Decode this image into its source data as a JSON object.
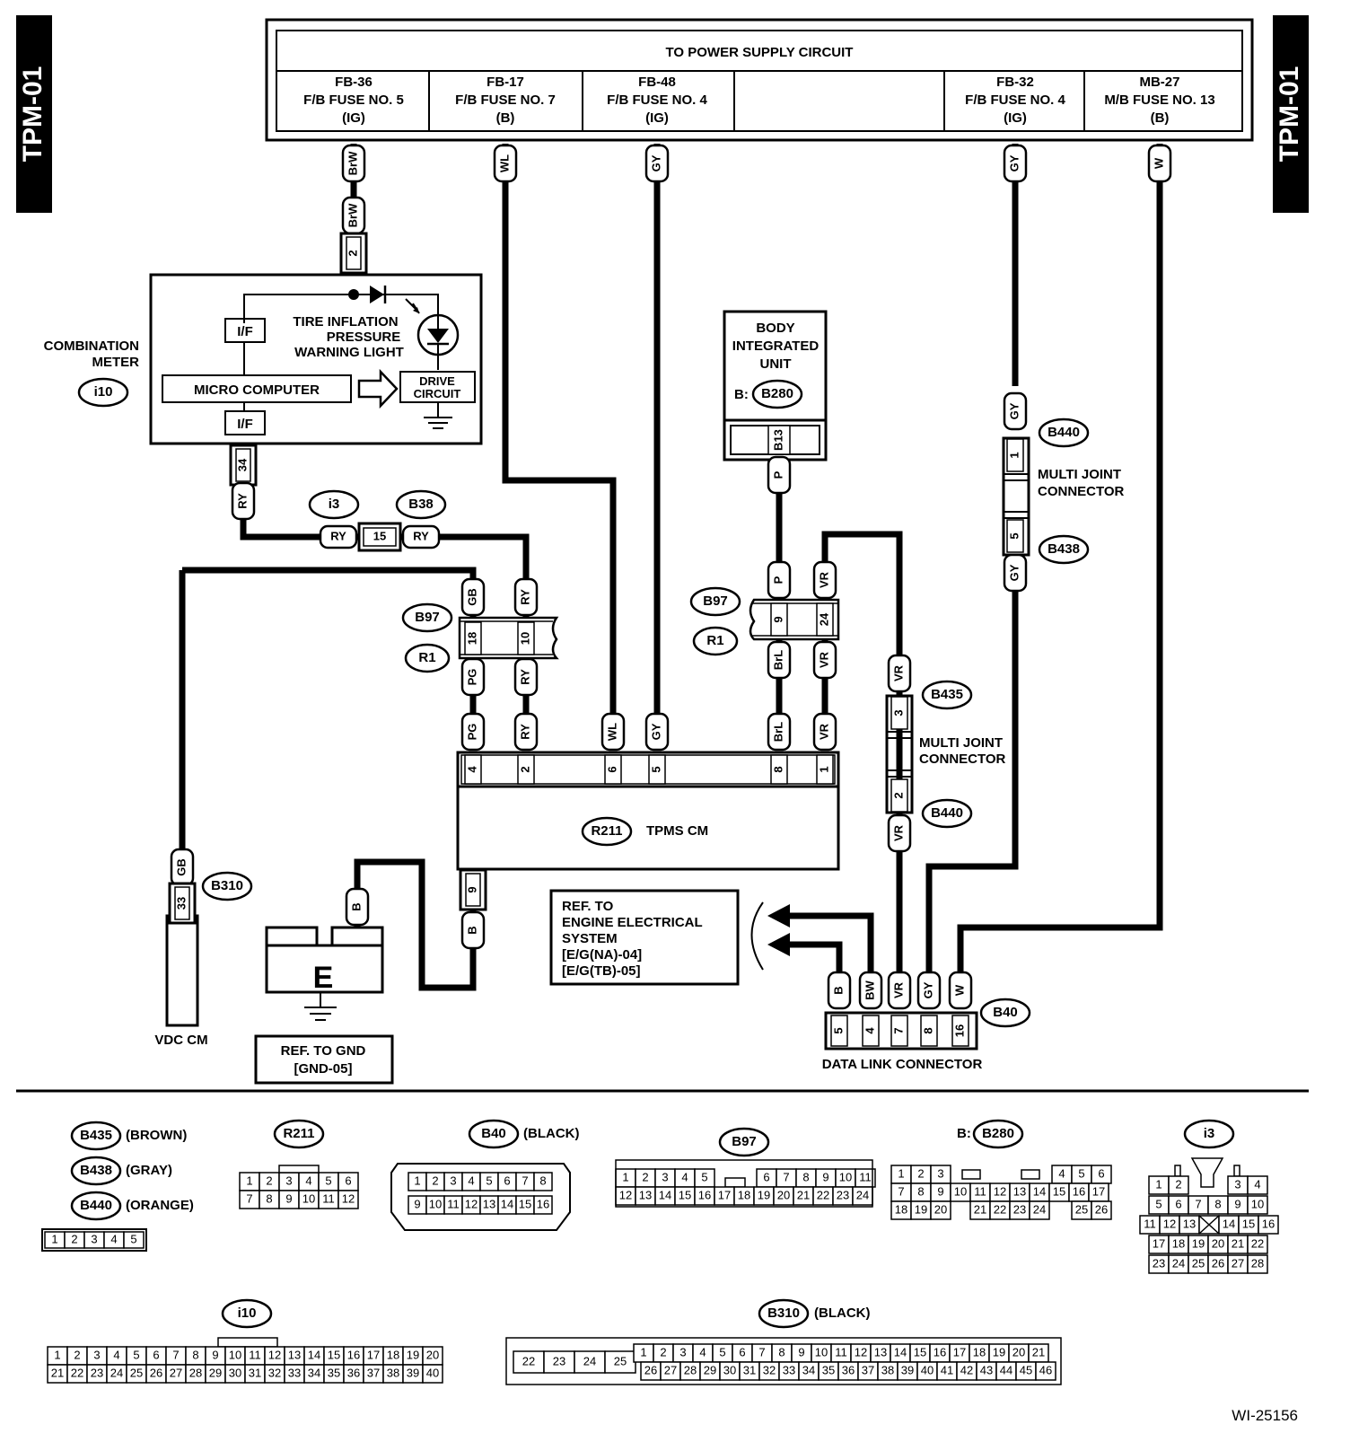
{
  "sheet_code": "TPM-01",
  "figure_id": "WI-25156",
  "power_supply": {
    "title": "TO POWER SUPPLY CIRCUIT",
    "fuses": [
      {
        "line1": "FB-36",
        "line2": "F/B FUSE NO. 5",
        "line3": "(IG)"
      },
      {
        "line1": "FB-17",
        "line2": "F/B FUSE NO. 7",
        "line3": "(B)"
      },
      {
        "line1": "FB-48",
        "line2": "F/B FUSE NO. 4",
        "line3": "(IG)"
      },
      {
        "line1": "",
        "line2": "",
        "line3": ""
      },
      {
        "line1": "FB-32",
        "line2": "F/B FUSE NO. 4",
        "line3": "(IG)"
      },
      {
        "line1": "MB-27",
        "line2": "M/B FUSE NO. 13",
        "line3": "(B)"
      }
    ]
  },
  "combination_meter": {
    "label1": "COMBINATION",
    "label2": "METER",
    "connector": "i10",
    "if_label": "I/F",
    "micro_computer": "MICRO COMPUTER",
    "drive1": "DRIVE",
    "drive2": "CIRCUIT",
    "warn1": "TIRE INFLATION",
    "warn2": "PRESSURE",
    "warn3": "WARNING LIGHT",
    "pin_top": "2",
    "pin_bottom": "34"
  },
  "body_integrated_unit": {
    "line1": "BODY",
    "line2": "INTEGRATED",
    "line3": "UNIT",
    "prefix": "B:",
    "connector": "B280",
    "pin": "B13"
  },
  "tpms_cm": {
    "connector": "R211",
    "label": "TPMS CM",
    "pins": [
      "4",
      "2",
      "6",
      "5",
      "8",
      "1"
    ],
    "pin_bottom": "9"
  },
  "vdc_cm": {
    "label": "VDC CM",
    "connector": "B310",
    "pin": "33"
  },
  "ground": {
    "symbol": "E",
    "ref1": "REF. TO GND",
    "ref2": "[GND-05]"
  },
  "engine_ref": {
    "line1": "REF. TO",
    "line2": "ENGINE ELECTRICAL",
    "line3": "SYSTEM",
    "line4": "[E/G(NA)-04]",
    "line5": "[E/G(TB)-05]"
  },
  "data_link": {
    "label": "DATA LINK CONNECTOR",
    "connector": "B40",
    "pins": [
      "5",
      "4",
      "7",
      "8",
      "16"
    ],
    "wires": [
      "B",
      "BW",
      "VR",
      "GY",
      "W"
    ]
  },
  "multi_joint": {
    "label1": "MULTI JOINT",
    "label2": "CONNECTOR"
  },
  "connectors": {
    "i3": "i3",
    "B38": "B38",
    "B97": "B97",
    "R1": "R1",
    "B435": "B435",
    "B438": "B438",
    "B440": "B440"
  },
  "pins": {
    "p15": "15",
    "p18": "18",
    "p10": "10",
    "p9": "9",
    "p24": "24",
    "p1": "1",
    "p5": "5",
    "p3": "3",
    "p2": "2"
  },
  "wire_colors": {
    "BrW": "BrW",
    "WL": "WL",
    "GY": "GY",
    "W": "W",
    "RY": "RY",
    "GB": "GB",
    "PG": "PG",
    "P": "P",
    "VR": "VR",
    "BrL": "BrL",
    "B": "B"
  },
  "legend": {
    "B435": {
      "id": "B435",
      "color": "(BROWN)"
    },
    "B438": {
      "id": "B438",
      "color": "(GRAY)"
    },
    "B440": {
      "id": "B440",
      "color": "(ORANGE)"
    },
    "mj_row": [
      "1",
      "2",
      "3",
      "4",
      "5"
    ],
    "R211": {
      "id": "R211",
      "row1": [
        "1",
        "2",
        "3",
        "4",
        "5",
        "6"
      ],
      "row2": [
        "7",
        "8",
        "9",
        "10",
        "11",
        "12"
      ]
    },
    "B40": {
      "id": "B40",
      "color": "(BLACK)",
      "row1": [
        "1",
        "2",
        "3",
        "4",
        "5",
        "6",
        "7",
        "8"
      ],
      "row2": [
        "9",
        "10",
        "11",
        "12",
        "13",
        "14",
        "15",
        "16"
      ]
    },
    "B97": {
      "id": "B97",
      "row1a": [
        "1",
        "2",
        "3",
        "4",
        "5"
      ],
      "row1b": [
        "6",
        "7",
        "8",
        "9",
        "10",
        "11"
      ],
      "row2": [
        "12",
        "13",
        "14",
        "15",
        "16",
        "17",
        "18",
        "19",
        "20",
        "21",
        "22",
        "23",
        "24"
      ]
    },
    "B280": {
      "prefix": "B:",
      "id": "B280",
      "r1a": [
        "1",
        "2",
        "3"
      ],
      "r1b": [
        "4",
        "5",
        "6"
      ],
      "r2": [
        "7",
        "8",
        "9",
        "10",
        "11",
        "12",
        "13",
        "14",
        "15",
        "16",
        "17"
      ],
      "r3a": [
        "18",
        "19",
        "20"
      ],
      "r3b": [
        "21",
        "22",
        "23",
        "24"
      ],
      "r3c": [
        "25",
        "26"
      ]
    },
    "i3": {
      "id": "i3",
      "r1": [
        "1",
        "2",
        "3",
        "4"
      ],
      "r2": [
        "5",
        "6",
        "7",
        "8",
        "9",
        "10"
      ],
      "r3a": [
        "11",
        "12",
        "13"
      ],
      "r3b": [
        "14",
        "15",
        "16"
      ],
      "r4": [
        "17",
        "18",
        "19",
        "20",
        "21",
        "22"
      ],
      "r5": [
        "23",
        "24",
        "25",
        "26",
        "27",
        "28"
      ]
    },
    "i10": {
      "id": "i10",
      "row1": [
        "1",
        "2",
        "3",
        "4",
        "5",
        "6",
        "7",
        "8",
        "9",
        "10",
        "11",
        "12",
        "13",
        "14",
        "15",
        "16",
        "17",
        "18",
        "19",
        "20"
      ],
      "row2": [
        "21",
        "22",
        "23",
        "24",
        "25",
        "26",
        "27",
        "28",
        "29",
        "30",
        "31",
        "32",
        "33",
        "34",
        "35",
        "36",
        "37",
        "38",
        "39",
        "40"
      ]
    },
    "B310": {
      "id": "B310",
      "color": "(BLACK)",
      "big": [
        "22",
        "23",
        "24",
        "25"
      ],
      "row1": [
        "1",
        "2",
        "3",
        "4",
        "5",
        "6",
        "7",
        "8",
        "9",
        "10",
        "11",
        "12",
        "13",
        "14",
        "15",
        "16",
        "17",
        "18",
        "19",
        "20",
        "21"
      ],
      "row2": [
        "26",
        "27",
        "28",
        "29",
        "30",
        "31",
        "32",
        "33",
        "34",
        "35",
        "36",
        "37",
        "38",
        "39",
        "40",
        "41",
        "42",
        "43",
        "44",
        "45",
        "46"
      ]
    }
  }
}
